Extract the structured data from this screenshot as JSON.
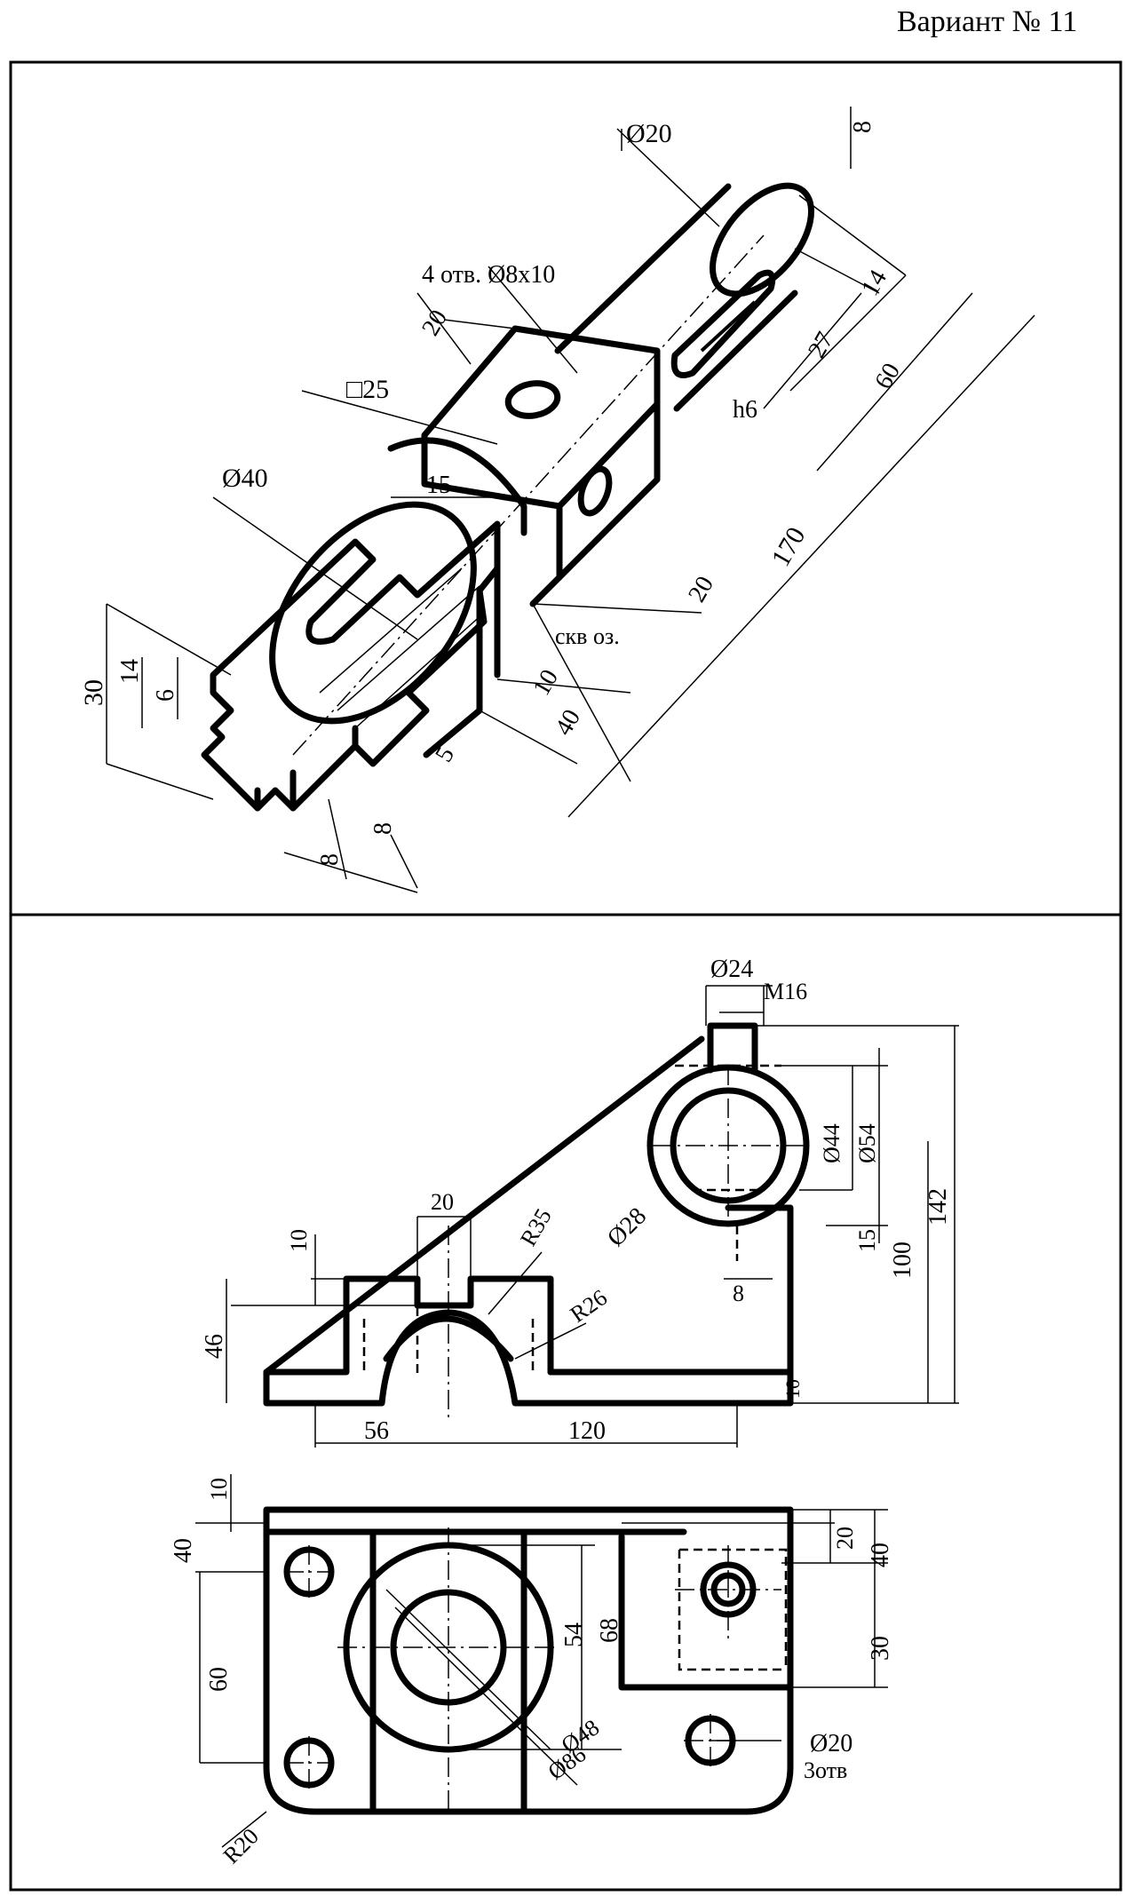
{
  "header": {
    "variant": "Вариант № 11"
  },
  "iso": {
    "d20": "Ø20",
    "holes": "4 отв. Ø8x10",
    "sq25": "□25",
    "d40": "Ø40",
    "d15": "15",
    "d20a": "20",
    "d8top": "8",
    "d14r": "14",
    "d27": "27",
    "d60": "60",
    "h6": "h6",
    "d170": "170",
    "d20b": "20",
    "skvoz": "скв оз.",
    "d10": "10",
    "d40b": "40",
    "d5": "5",
    "d8a": "8",
    "d8b": "8",
    "d30": "30",
    "d14": "14",
    "d6": "6"
  },
  "front": {
    "d24": "Ø24",
    "m16": "M16",
    "d44": "Ø44",
    "d54": "Ø54",
    "d142": "142",
    "d100": "100",
    "d15": "15",
    "d8": "8",
    "d28": "Ø28",
    "r35": "R35",
    "r26": "R26",
    "d20": "20",
    "d10": "10",
    "d46": "46",
    "d56": "56",
    "d120": "120",
    "d10r": "10"
  },
  "plan": {
    "d10": "10",
    "d40": "40",
    "d60": "60",
    "d54": "54",
    "d68": "68",
    "d20": "20",
    "d40r": "40",
    "d30": "30",
    "d48": "Ø48",
    "d86": "Ø86",
    "d20h": "Ø20",
    "holes3": "3отв",
    "r20": "R20"
  }
}
